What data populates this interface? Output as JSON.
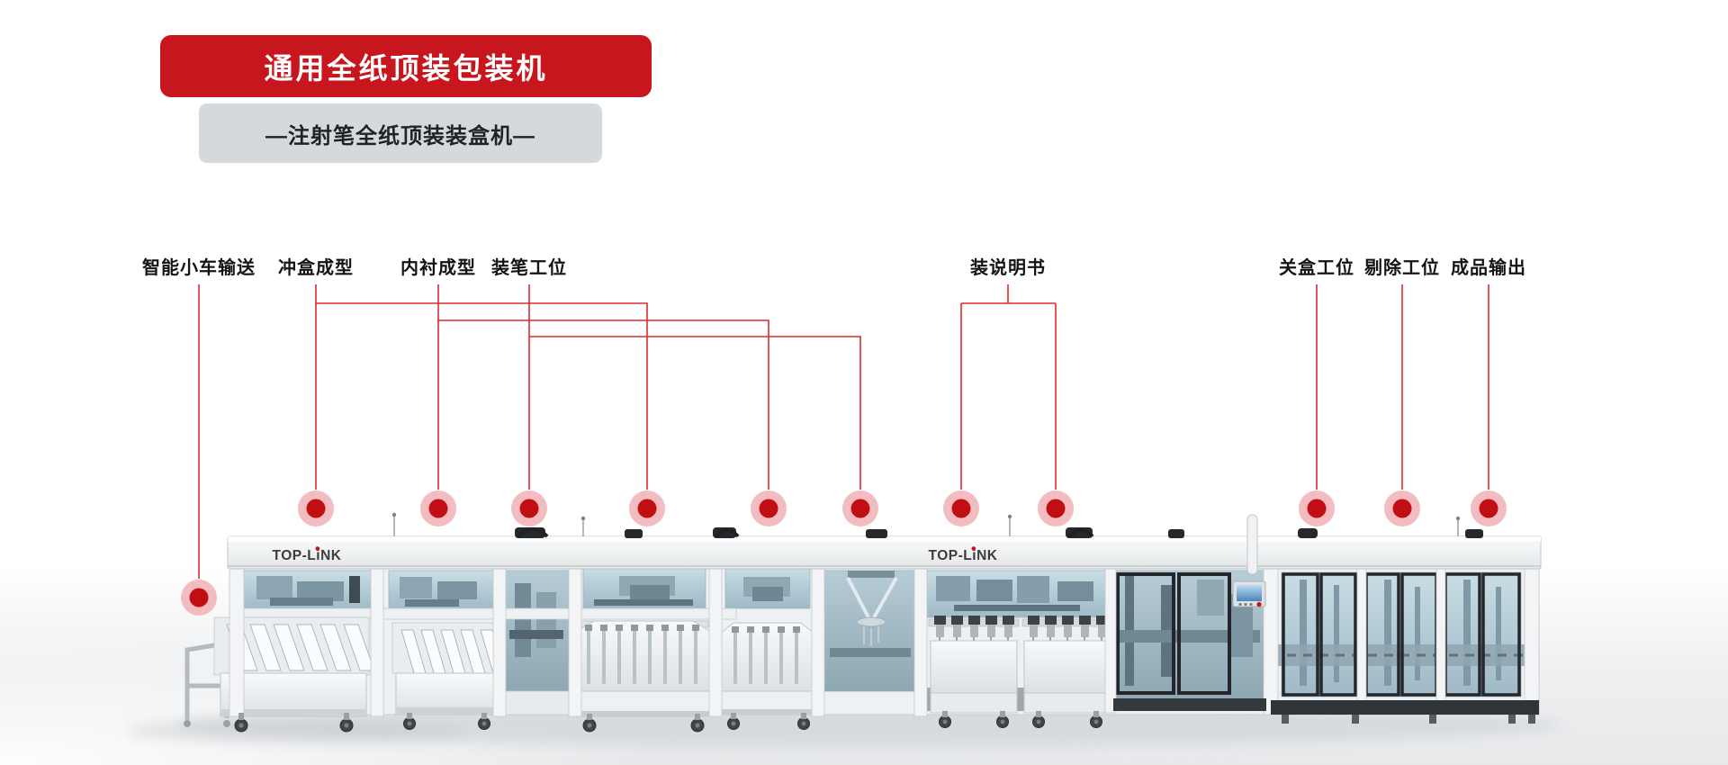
{
  "header": {
    "title": "通用全纸顶装包装机",
    "subtitle": "—注射笔全纸顶装装盒机—",
    "title_bg": "#c8161e",
    "title_text_color": "#ffffff",
    "subtitle_bg": "#d5d8dc",
    "subtitle_text_color": "#1f2226"
  },
  "machine": {
    "brand": "TOP-LiNK",
    "brand_color": "#3c3c3c",
    "brand_dot_color": "#cc1217",
    "body_color": "#f2f4f6",
    "glass_color": "#b6cdd8"
  },
  "annotations": {
    "line_color": "#dd2b2b",
    "dot_inner_color": "#c10e13",
    "dot_outer_color": "#f2bcc1",
    "stations": [
      {
        "label": "智能小车输送"
      },
      {
        "label": "冲盒成型"
      },
      {
        "label": "内衬成型"
      },
      {
        "label": "装笔工位"
      },
      {
        "label": "装说明书"
      },
      {
        "label": "关盒工位"
      },
      {
        "label": "剔除工位"
      },
      {
        "label": "成品输出"
      }
    ]
  }
}
